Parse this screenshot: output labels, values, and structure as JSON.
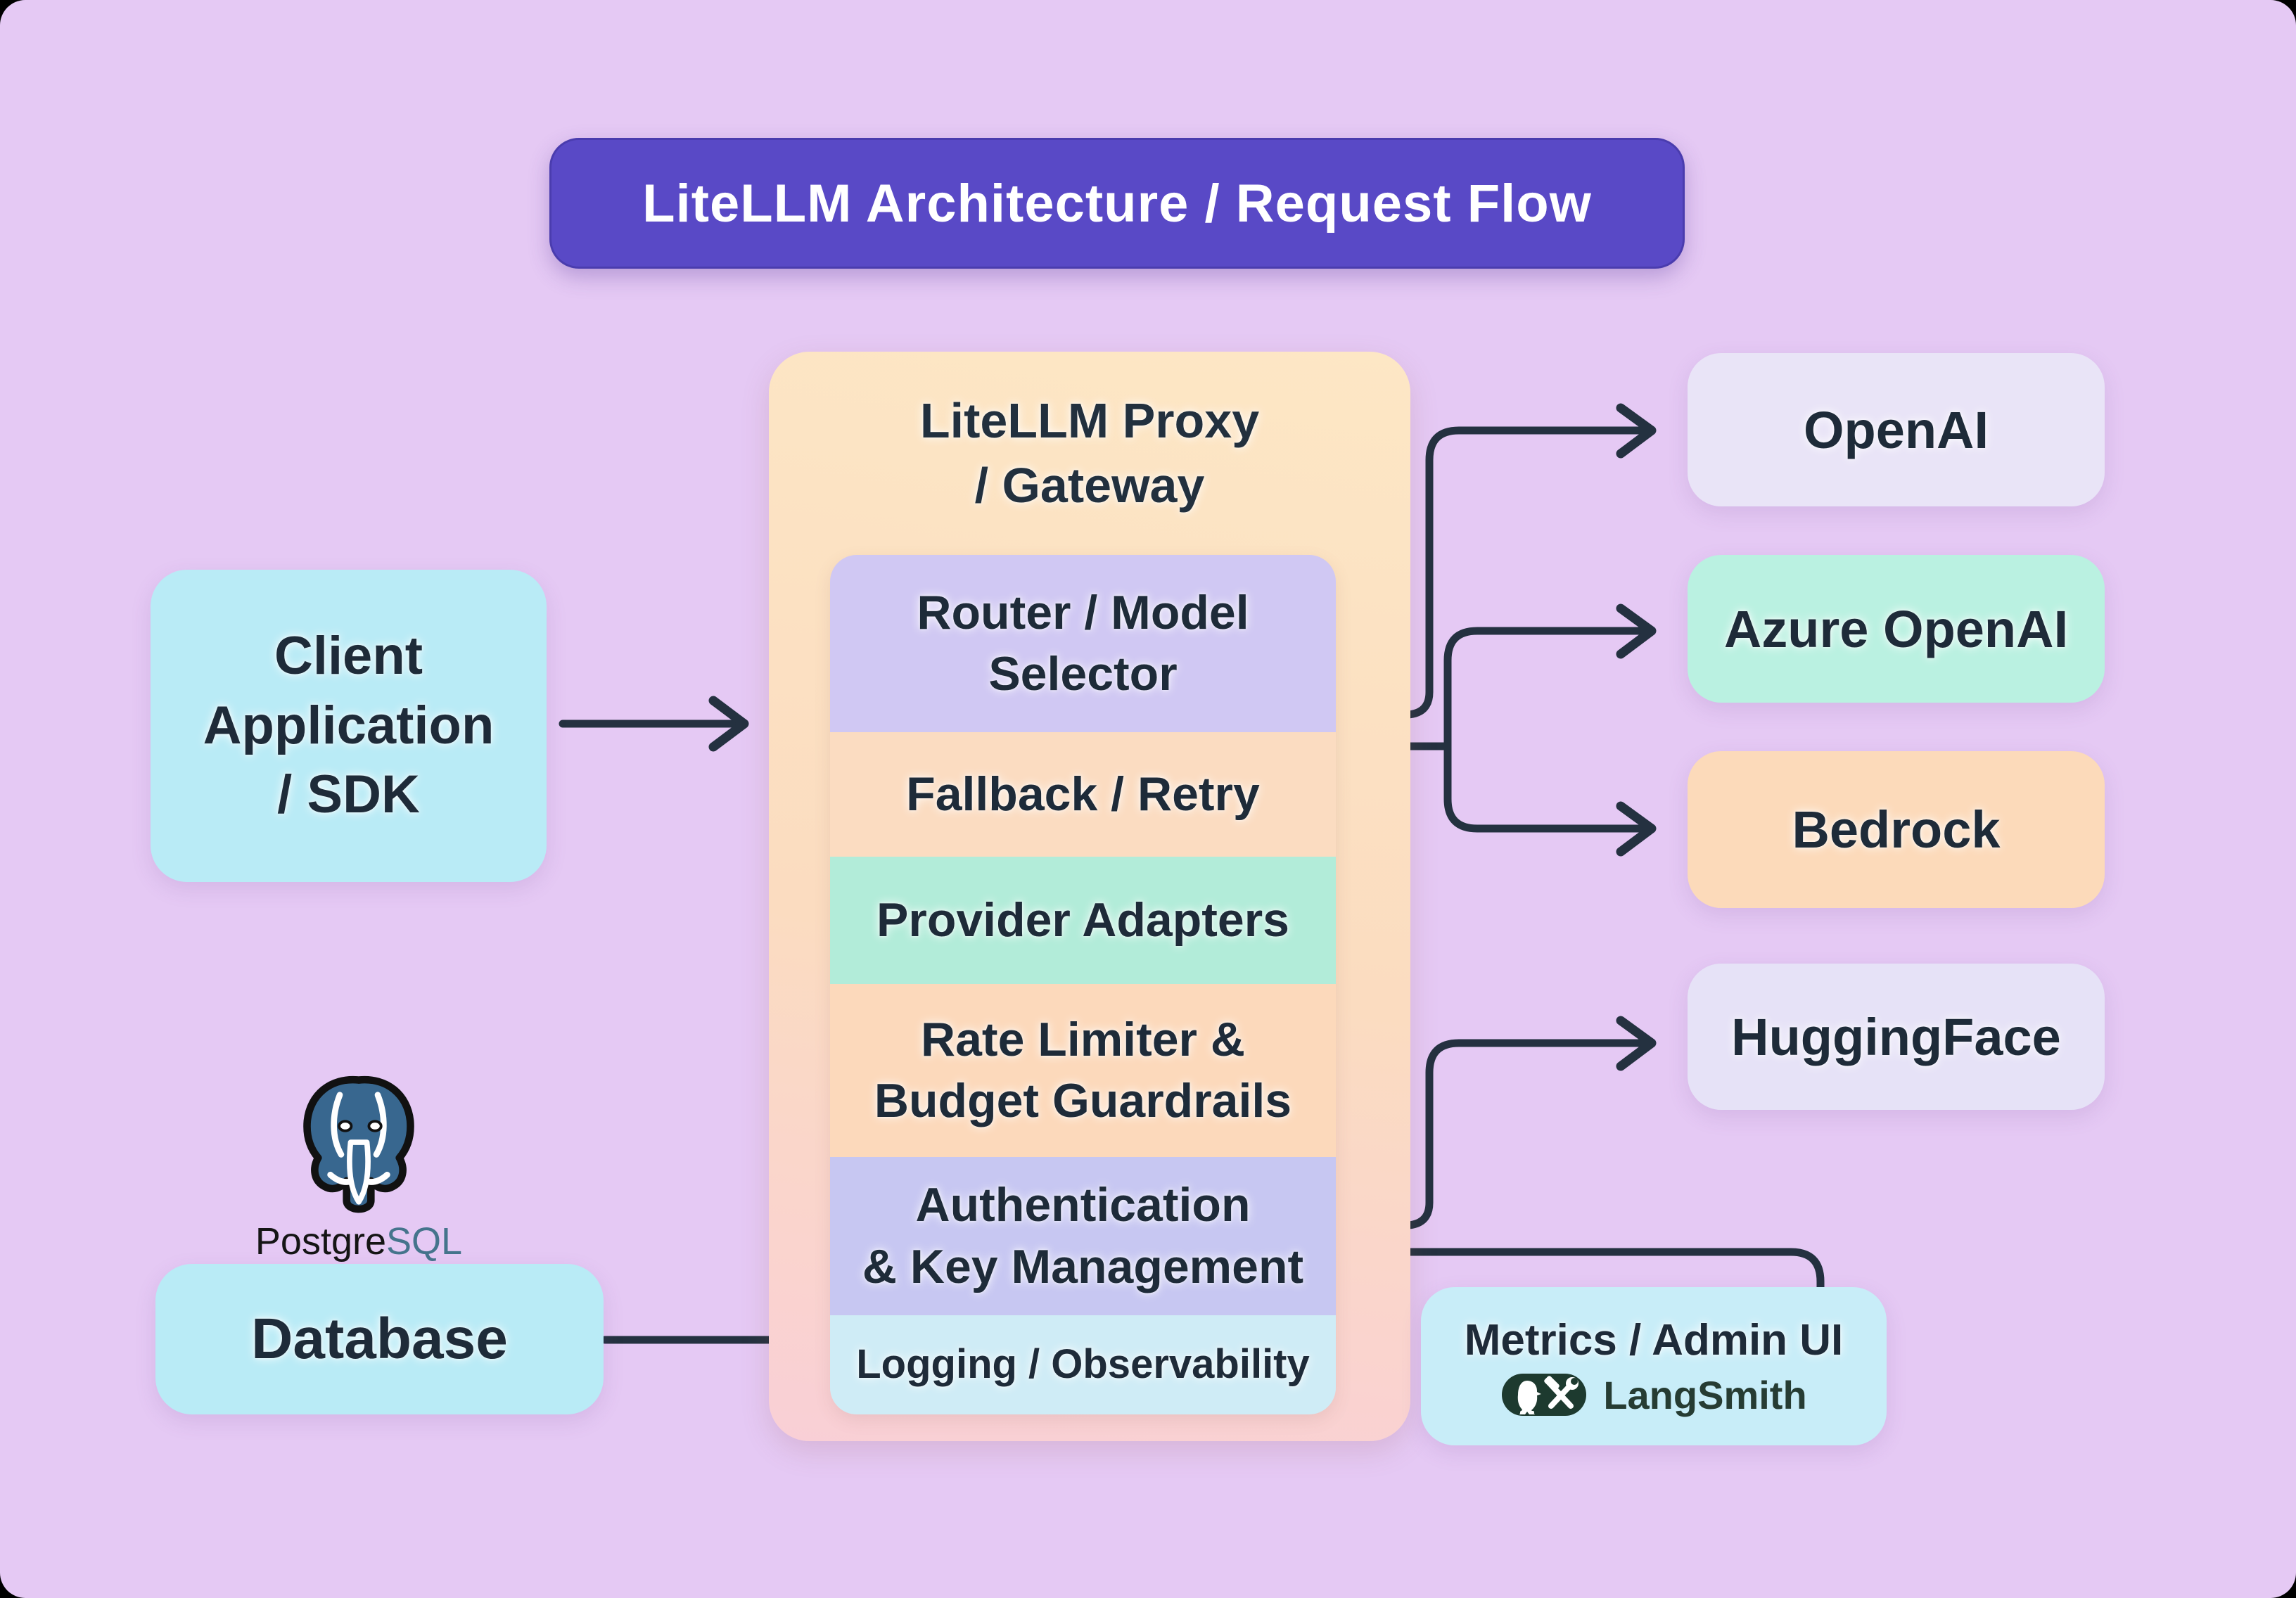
{
  "title": "LiteLLM Architecture / Request Flow",
  "client_box": {
    "lines": [
      "Client",
      "Application",
      "/ SDK"
    ]
  },
  "proxy": {
    "header_lines": [
      "LiteLLM Proxy",
      "/ Gateway"
    ],
    "layers": [
      {
        "id": "router",
        "lines": [
          "Router / Model",
          "Selector"
        ]
      },
      {
        "id": "fallback",
        "lines": [
          "Fallback / Retry"
        ]
      },
      {
        "id": "provider-adapters",
        "lines": [
          "Provider Adapters"
        ]
      },
      {
        "id": "rate-limiter",
        "lines": [
          "Rate Limiter &",
          "Budget Guardrails"
        ]
      },
      {
        "id": "authentication",
        "lines": [
          "Authentication",
          "& Key Management"
        ]
      },
      {
        "id": "logging",
        "lines": [
          "Logging / Observability"
        ]
      }
    ]
  },
  "providers": [
    {
      "name": "OpenAI"
    },
    {
      "name": "Azure OpenAI"
    },
    {
      "name": "Bedrock"
    },
    {
      "name": "HuggingFace"
    }
  ],
  "database": {
    "label": "Database",
    "logo_prefix": "Postgre",
    "logo_suffix": "SQL"
  },
  "metrics": {
    "title": "Metrics / Admin UI",
    "tool_label": "LangSmith"
  },
  "colors": {
    "background": "#e5c9f4",
    "title_bg": "#5949c6",
    "title_text": "#ffffff",
    "client_db_cyan": "#b9ebf6",
    "proxy_gradient_top": "#fde7c5",
    "proxy_gradient_bottom": "#f9cfd6",
    "layer_router": "#d0c8f3",
    "layer_fallback": "#fbdcc1",
    "layer_provider_adapters": "#b2ecd9",
    "layer_rate_limiter": "#fcd9bb",
    "layer_authentication": "#c7c7f2",
    "layer_logging": "#cfecf6",
    "openai_box": "#e9e4f7",
    "azure_box": "#baf1e1",
    "bedrock_box": "#fcdaba",
    "huggingface_box": "#e6e2f7",
    "metrics_box": "#c8edf8",
    "arrow": "#243140",
    "text": "#1e2b39",
    "postgres_blue": "#38678f",
    "langsmith_green": "#1d3a2f"
  }
}
